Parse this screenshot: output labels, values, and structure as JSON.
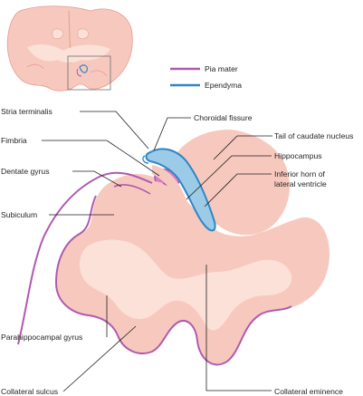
{
  "legend": [
    {
      "label": "Pia mater",
      "color": "#b05aae"
    },
    {
      "label": "Ependyma",
      "color": "#2f86c6"
    }
  ],
  "colors": {
    "tissue": "#f7c9be",
    "tissue_light": "#fbe1d8",
    "tissue_dark": "#e89b90",
    "pia": "#b05aae",
    "ependyma": "#2f86c6",
    "ventricle": "#9ccbe8"
  },
  "labels": {
    "stria_terminalis": "Stria terminalis",
    "fimbria": "Fimbria",
    "dentate_gyrus": "Dentate gyrus",
    "subiculum": "Subiculum",
    "parahippocampal_gyrus": "Parahippocampal gyrus",
    "collateral_sulcus": "Collateral sulcus",
    "choroidal_fissure": "Choroidal fissure",
    "tail_caudate_nucleus": "Tail of caudate nucleus",
    "hippocampus": "Hippocampus",
    "inferior_horn_1": "Inferior horn of",
    "inferior_horn_2": "lateral ventricle",
    "collateral_eminence": "Collateral eminence"
  }
}
